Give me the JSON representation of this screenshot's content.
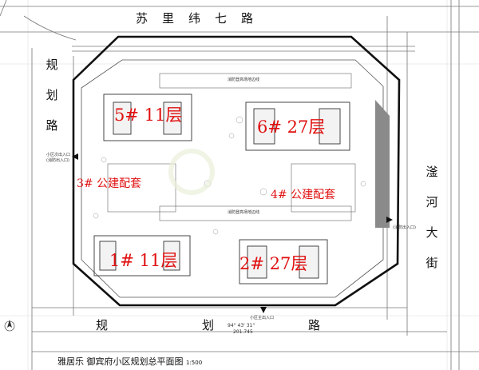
{
  "roads": {
    "top": "苏里纬七路",
    "left": "规划路",
    "right": "滏河大街",
    "bottom": "规划路"
  },
  "buildings": {
    "b5": "5# 11层",
    "b6": "6# 27层",
    "b3": "3# 公建配套",
    "b4": "4# 公建配套",
    "b1": "1# 11层",
    "b2": "2# 27层"
  },
  "annotations": {
    "entrance_left_1": "小区次出入口",
    "entrance_left_2": "(消防出入口)",
    "entrance_bottom": "小区主出入口",
    "entrance_right": "(消防出入口)",
    "angle": "94° 43' 31\"",
    "distance": "201.745",
    "fire_lane_top": "消防登高场地边线",
    "fire_lane_mid": "消防登高场地边线",
    "bottom_plan": "规  划  路"
  },
  "footer": {
    "title": "雅居乐 御宾府小区规划总平面图",
    "scale": "1:500"
  }
}
